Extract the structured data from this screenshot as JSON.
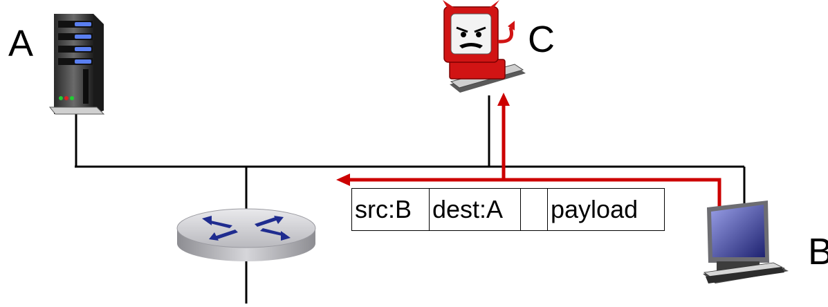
{
  "nodes": {
    "a": {
      "label": "A",
      "icon": "server-icon"
    },
    "b": {
      "label": "B",
      "icon": "desktop-computer-icon"
    },
    "c": {
      "label": "C",
      "icon": "devil-computer-icon"
    },
    "router": {
      "icon": "router-icon"
    }
  },
  "packet": {
    "fields": [
      "src:B",
      "dest:A",
      "",
      "payload"
    ]
  },
  "colors": {
    "link": "#000000",
    "arrow": "#cc0000",
    "router_body": "#c8c8cc",
    "router_arrows": "#1f2c8f",
    "monitor_screen": "#3b3f9e",
    "devil_red": "#d11414"
  }
}
